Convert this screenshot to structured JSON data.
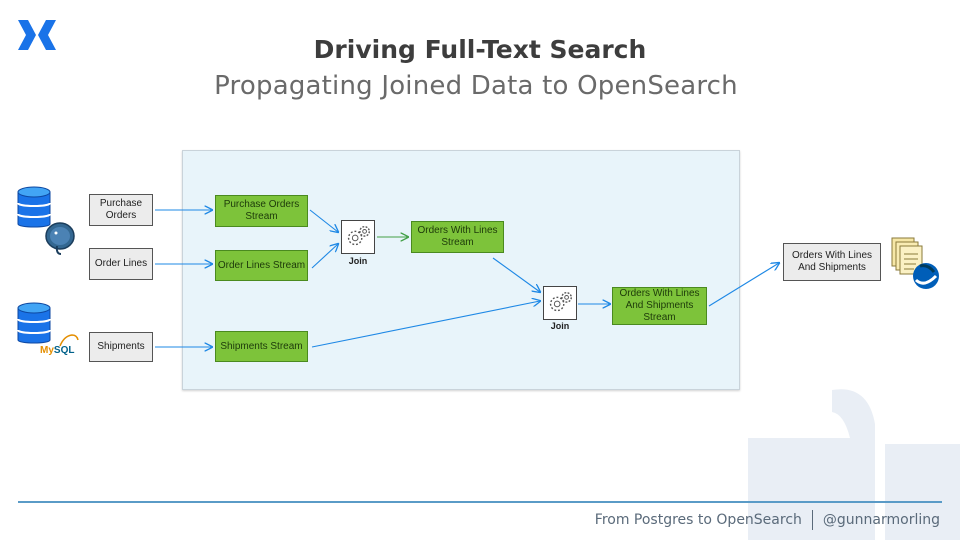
{
  "title": "Driving Full-Text Search",
  "subtitle": "Propagating Joined Data to OpenSearch",
  "sources": {
    "purchase_orders": "Purchase Orders",
    "order_lines": "Order Lines",
    "shipments": "Shipments"
  },
  "streams": {
    "purchase_orders": "Purchase Orders Stream",
    "order_lines": "Order Lines Stream",
    "shipments": "Shipments Stream",
    "orders_with_lines": "Orders With Lines Stream",
    "orders_lines_shipments": "Orders With Lines And Shipments Stream"
  },
  "joins": {
    "first": "Join",
    "second": "Join"
  },
  "sink": "Orders With Lines And Shipments",
  "mysql": {
    "my": "My",
    "sql": "SQL"
  },
  "footer": {
    "talk": "From Postgres to OpenSearch",
    "handle": "@gunnarmorling"
  },
  "colors": {
    "accent": "#1e88e5",
    "stream_fill": "#7dc33a",
    "panel_fill": "#e8f4fa"
  }
}
